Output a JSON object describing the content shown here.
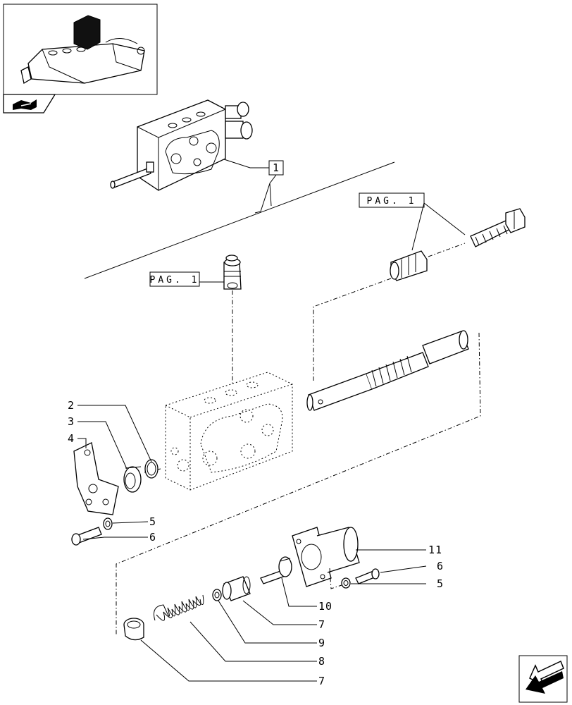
{
  "callouts": {
    "ref_1": "1",
    "pag_left": "PAG. 1",
    "pag_right": "PAG. 1",
    "n2": "2",
    "n3": "3",
    "n4": "4",
    "n5a": "5",
    "n6a": "6",
    "n11": "11",
    "n6b": "6",
    "n5b": "5",
    "n10": "10",
    "n7a": "7",
    "n9": "9",
    "n8": "8",
    "n7b": "7"
  },
  "icons": {
    "thumbnail": "assembly-thumbnail-icon",
    "corner_nav": "next-page-arrow-icon",
    "thumb_tab": "tractor-nav-icon"
  }
}
